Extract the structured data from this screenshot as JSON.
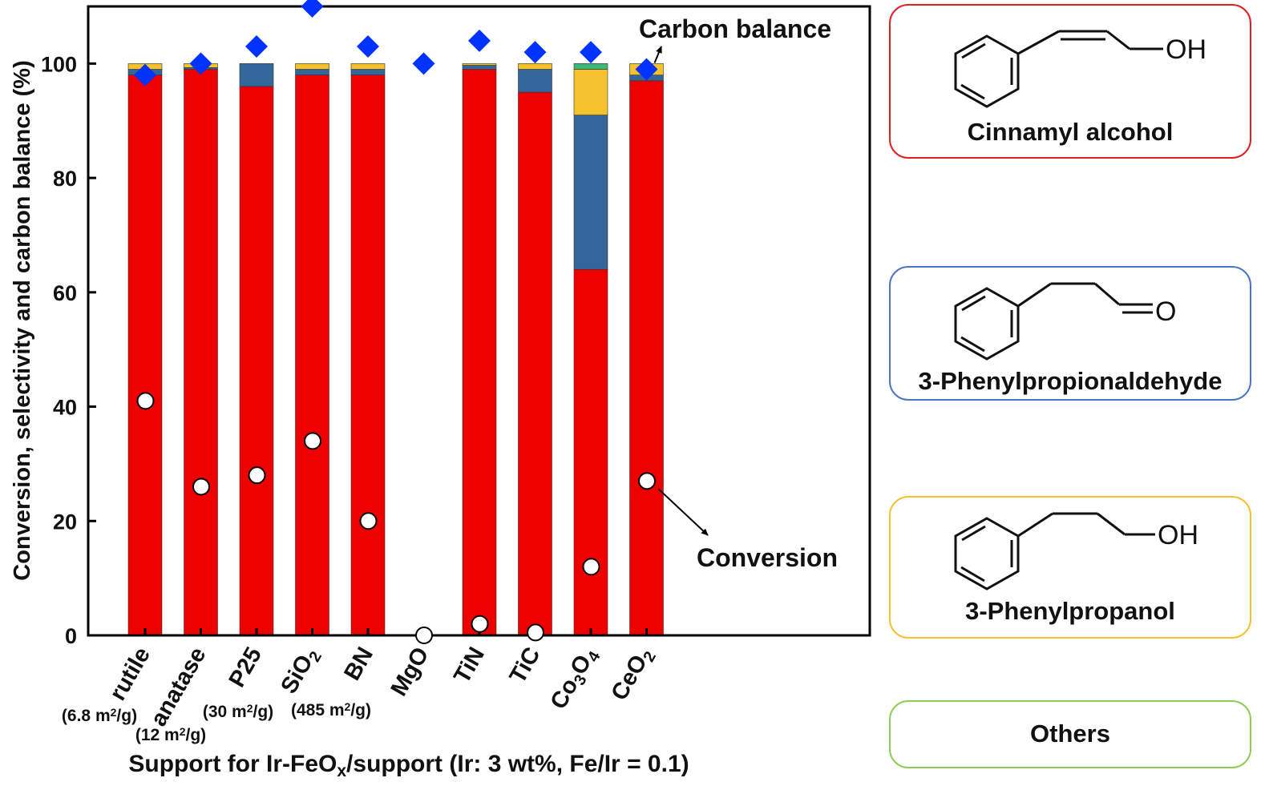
{
  "chart_data": {
    "type": "bar",
    "stacked": true,
    "xlabel": "Support for Ir-FeOx/support (Ir: 3 wt%, Fe/Ir = 0.1)",
    "xlabel_parts": {
      "pre": "Support for Ir-FeO",
      "sub": "x",
      "post": "/support (Ir: 3 wt%, Fe/Ir = 0.1)"
    },
    "ylabel": "Conversion, selectivity and carbon balance (%)",
    "ylim": [
      0,
      110
    ],
    "yticks": [
      0,
      20,
      40,
      60,
      80,
      100
    ],
    "categories": [
      "rutile",
      "anatase",
      "P25",
      "SiO2",
      "BN",
      "MgO",
      "TiN",
      "TiC",
      "Co3O4",
      "CeO2"
    ],
    "category_parts": [
      [
        {
          "t": "rutile"
        }
      ],
      [
        {
          "t": "anatase"
        }
      ],
      [
        {
          "t": "P25"
        }
      ],
      [
        {
          "t": "SiO"
        },
        {
          "t": "2",
          "sub": true
        }
      ],
      [
        {
          "t": "BN"
        }
      ],
      [
        {
          "t": "MgO"
        }
      ],
      [
        {
          "t": "TiN"
        }
      ],
      [
        {
          "t": "TiC"
        }
      ],
      [
        {
          "t": "Co"
        },
        {
          "t": "3",
          "sub": true
        },
        {
          "t": "O"
        },
        {
          "t": "4",
          "sub": true
        }
      ],
      [
        {
          "t": "CeO"
        },
        {
          "t": "2",
          "sub": true
        }
      ]
    ],
    "surface_areas": [
      "(6.8 m2/g)",
      "(12 m2/g)",
      "(30 m2/g)",
      "(485 m2/g)"
    ],
    "surface_area_parts": [
      {
        "pre": "(6.8 m",
        "sup": "2",
        "post": "/g)"
      },
      {
        "pre": "(12 m",
        "sup": "2",
        "post": "/g)"
      },
      {
        "pre": "(30 m",
        "sup": "2",
        "post": "/g)"
      },
      {
        "pre": "(485 m",
        "sup": "2",
        "post": "/g)"
      }
    ],
    "series": [
      {
        "name": "Cinnamyl alcohol",
        "color": "#ee0000",
        "values": [
          98,
          99,
          96,
          98,
          98,
          0,
          99,
          95,
          64,
          97
        ]
      },
      {
        "name": "3-Phenylpropionaldehyde",
        "color": "#336699",
        "values": [
          1,
          0.3,
          4,
          1,
          1,
          0,
          0.7,
          4,
          27,
          1
        ]
      },
      {
        "name": "3-Phenylpropanol",
        "color": "#f5c12c",
        "values": [
          1,
          0.7,
          0,
          1,
          1,
          0,
          0.3,
          1,
          8,
          2
        ]
      },
      {
        "name": "Others",
        "color": "#3cb878",
        "values": [
          0,
          0,
          0,
          0,
          0,
          0,
          0,
          0,
          1,
          0
        ]
      }
    ],
    "carbon_balance": {
      "name": "Carbon balance",
      "color": "#0033ff",
      "values": [
        98,
        100,
        103,
        110,
        103,
        100,
        104,
        102,
        102,
        99
      ]
    },
    "conversion": {
      "name": "Conversion",
      "values": [
        41,
        26,
        28,
        34,
        20,
        0,
        2,
        0.5,
        12,
        27
      ]
    },
    "annotations": {
      "carbon_balance": "Carbon balance",
      "conversion": "Conversion"
    }
  },
  "legend": {
    "cinnamyl": {
      "label": "Cinnamyl alcohol",
      "color": "#e02020",
      "group": "OH"
    },
    "phenylpropionaldehyde": {
      "label": "3-Phenylpropionaldehyde",
      "color": "#4a76c4",
      "group": "O"
    },
    "phenylpropanol": {
      "label": "3-Phenylpropanol",
      "color": "#f5c12c",
      "group": "OH"
    },
    "others": {
      "label": "Others",
      "color": "#8fcc55"
    }
  }
}
